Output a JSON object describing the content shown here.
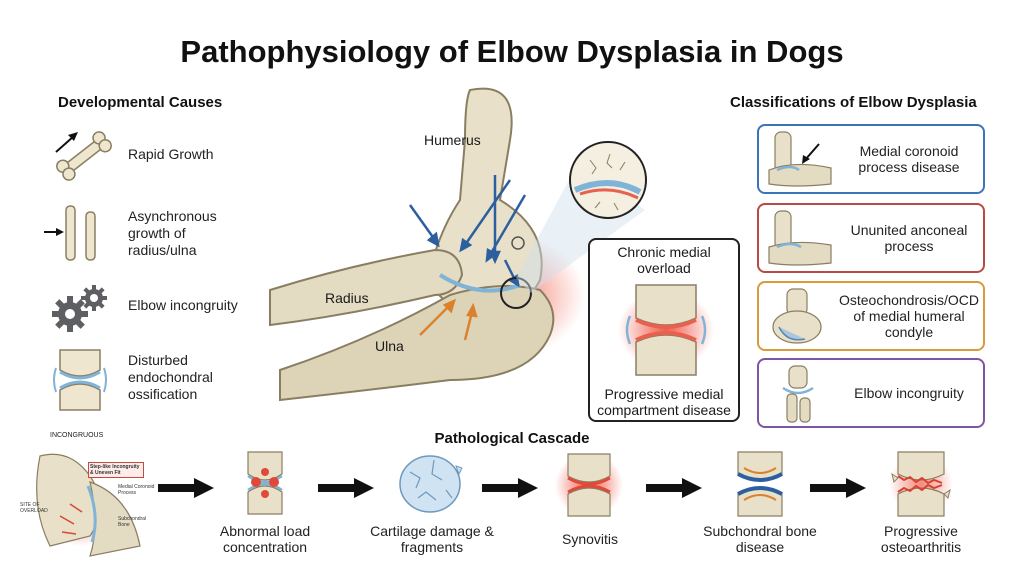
{
  "title": "Pathophysiology of Elbow Dysplasia in Dogs",
  "causes": {
    "heading": "Developmental Causes",
    "items": [
      {
        "label": "Rapid Growth",
        "icon": "bone-growth-icon"
      },
      {
        "label": "Asynchronous growth of radius/ulna",
        "icon": "radius-ulna-icon"
      },
      {
        "label": "Elbow incongruity",
        "icon": "gears-icon"
      },
      {
        "label": "Disturbed endochondral ossification",
        "icon": "joint-icon"
      }
    ]
  },
  "anatomy": {
    "humerus": "Humerus",
    "radius": "Radius",
    "ulna": "Ulna",
    "callout_top": "Chronic medial overload",
    "callout_bottom": "Progressive medial compartment disease"
  },
  "classifications": {
    "heading": "Classifications of Elbow Dysplasia",
    "items": [
      {
        "label": "Medial coronoid process disease",
        "color": "#3b74b8"
      },
      {
        "label": "Ununited anconeal process",
        "color": "#b84a45"
      },
      {
        "label": "Osteochondrosis/OCD of medial humeral condyle",
        "color": "#d89a3c"
      },
      {
        "label": "Elbow incongruity",
        "color": "#7d55a6"
      }
    ]
  },
  "cascade": {
    "heading": "Pathological Cascade",
    "inset_title": "INCONGRUOUS",
    "inset_box": "Step-like Incongruity & Uneven Fit",
    "inset_site": "SITE OF OVERLOAD",
    "inset_coronoid": "Medial Coronoid Process",
    "inset_subchondral": "Subchondral Bone",
    "stages": [
      {
        "label": "Abnormal load concentration"
      },
      {
        "label": "Cartilage damage & fragments"
      },
      {
        "label": "Synovitis"
      },
      {
        "label": "Subchondral bone disease"
      },
      {
        "label": "Progressive osteoarthritis"
      }
    ]
  }
}
